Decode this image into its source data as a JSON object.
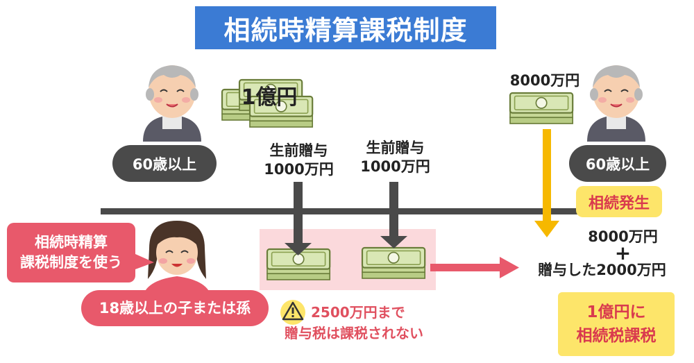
{
  "title": "相続時精算課税制度",
  "money_main": "1億円",
  "money_right": "8000万円",
  "age_left": "60歳以上",
  "age_right": "60歳以上",
  "gift1": {
    "line1": "生前贈与",
    "line2": "1000万円"
  },
  "gift2": {
    "line1": "生前贈与",
    "line2": "1000万円"
  },
  "inheritance_badge": "相続発生",
  "use_system": {
    "line1": "相続時精算",
    "line2": "課税制度を使う"
  },
  "recipient": "18歳以上の子または孫",
  "warning": {
    "line1": "2500万円まで",
    "line2": "贈与税は課税されない"
  },
  "sum": {
    "line1": "8000万円",
    "plus": "+",
    "line2": "贈与した2000万円"
  },
  "result": {
    "line1": "1億円に",
    "line2": "相続税課税"
  },
  "colors": {
    "title_bg": "#3b7bd4",
    "pill_bg": "#4a4a4a",
    "red": "#e8596b",
    "yellow": "#fde56a",
    "orange_arrow": "#f6b800",
    "timeline": "#4a4a4a"
  },
  "icons": [
    "elderly-man-icon",
    "money-stack-icon",
    "girl-icon",
    "warning-icon"
  ]
}
